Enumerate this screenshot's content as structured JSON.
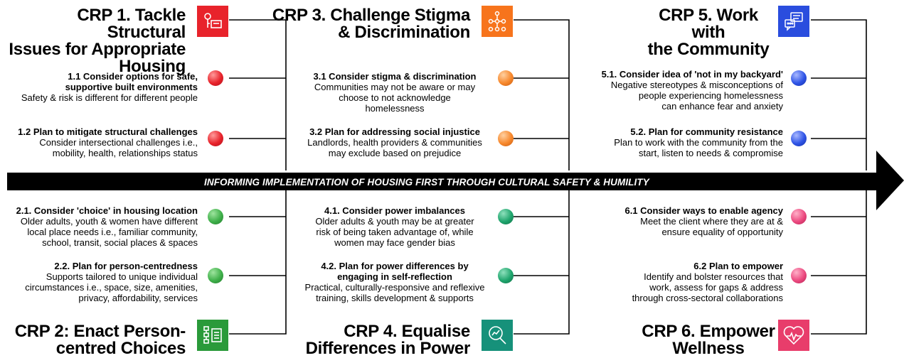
{
  "banner": "INFORMING  IMPLEMENTATION OF HOUSING FIRST THROUGH CULTURAL SAFETY & HUMILITY",
  "colors": {
    "red": "#e8232b",
    "orange": "#f7741c",
    "blue": "#2a4dde",
    "green": "#2a9a3a",
    "teal": "#16917a",
    "pink": "#e83d6b"
  },
  "crp": [
    {
      "title": "CRP 1. Tackle Structural\nIssues for Appropriate\nHousing",
      "icon": "key-sign-icon"
    },
    {
      "title": "CRP 2:  Enact Person-\ncentred Choices",
      "icon": "flowchart-checklist-icon"
    },
    {
      "title": "CRP 3. Challenge Stigma\n& Discrimination",
      "icon": "network-nodes-icon"
    },
    {
      "title": "CRP 4. Equalise\nDifferences in Power",
      "icon": "magnify-chart-icon"
    },
    {
      "title": "CRP 5. Work with\nthe Community",
      "icon": "chat-bubbles-icon"
    },
    {
      "title": "CRP 6. Empower\nWellness",
      "icon": "heart-pulse-icon"
    }
  ],
  "items": {
    "i11": {
      "h": "1.1  Consider options for safe,\nsupportive built environments",
      "b": "Safety & risk is different for different people"
    },
    "i12": {
      "h": "1.2  Plan to mitigate structural challenges",
      "b": "Consider intersectional challenges i.e.,\nmobility, health, relationships status"
    },
    "i21": {
      "h": "2.1. Consider 'choice' in housing location",
      "b": "Older adults, youth & women have different\nlocal place needs i.e., familiar community,\nschool, transit, social places & spaces"
    },
    "i22": {
      "h": "2.2. Plan for person-centredness",
      "b": "Supports tailored to unique individual\ncircumstances i.e., space, size, amenities,\nprivacy, affordability, services"
    },
    "i31": {
      "h": "3.1  Consider stigma & discrimination",
      "b": "Communities may not be aware or may\nchoose to not acknowledge\nhomelessness"
    },
    "i32": {
      "h": "3.2  Plan for addressing social injustice",
      "b": "Landlords, health providers & communities\nmay exclude based on prejudice"
    },
    "i41": {
      "h": "4.1.  Consider power imbalances",
      "b": "Older adults & youth may be at greater\nrisk of being taken advantage of, while\nwomen may face gender bias"
    },
    "i42": {
      "h": "4.2. Plan for power differences by\nengaging in self-reflection",
      "b": "Practical, culturally-responsive and reflexive\ntraining, skills development & supports"
    },
    "i51": {
      "h": "5.1. Consider idea of 'not in my backyard'",
      "b": "Negative stereotypes & misconceptions of\npeople experiencing homelessness\ncan enhance fear and anxiety"
    },
    "i52": {
      "h": "5.2. Plan for community resistance",
      "b": "Plan to work with the community from the\nstart, listen to needs & compromise"
    },
    "i61": {
      "h": "6.1 Consider ways to enable agency",
      "b": "Meet the client where they are at &\nensure equality of opportunity"
    },
    "i62": {
      "h": "6.2 Plan to empower",
      "b": "Identify and bolster resources that\nwork, assess for gaps & address\nthrough cross-sectoral collaborations"
    }
  }
}
